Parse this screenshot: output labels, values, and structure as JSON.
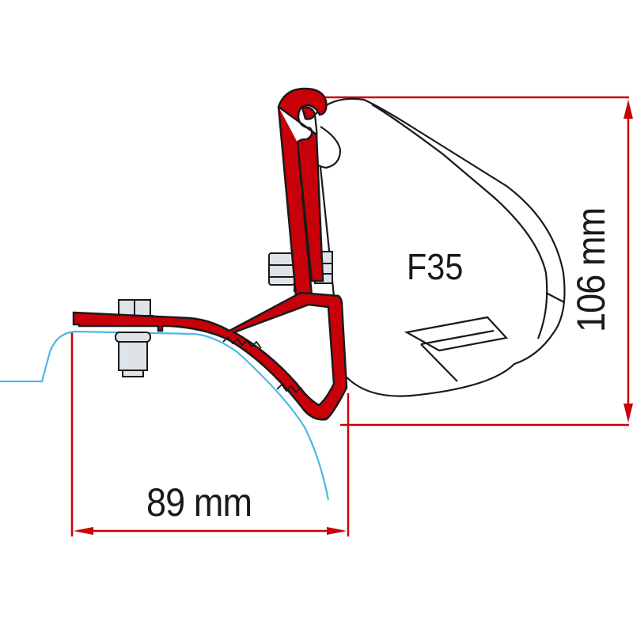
{
  "diagram": {
    "subject": "Awning adapter bracket",
    "model_label": "F35",
    "dimensions": {
      "width_label": "89 mm",
      "height_label": "106 mm"
    },
    "colors": {
      "bracket": "#c8000a",
      "dimension_lines": "#c8000a",
      "vehicle_roof": "#4db8e8",
      "bolt": "#dde3e6",
      "outline": "#1a1a1a"
    },
    "parts": [
      "red mounting bracket",
      "bolts and nuts",
      "F35 awning case",
      "vehicle roof profile"
    ]
  }
}
